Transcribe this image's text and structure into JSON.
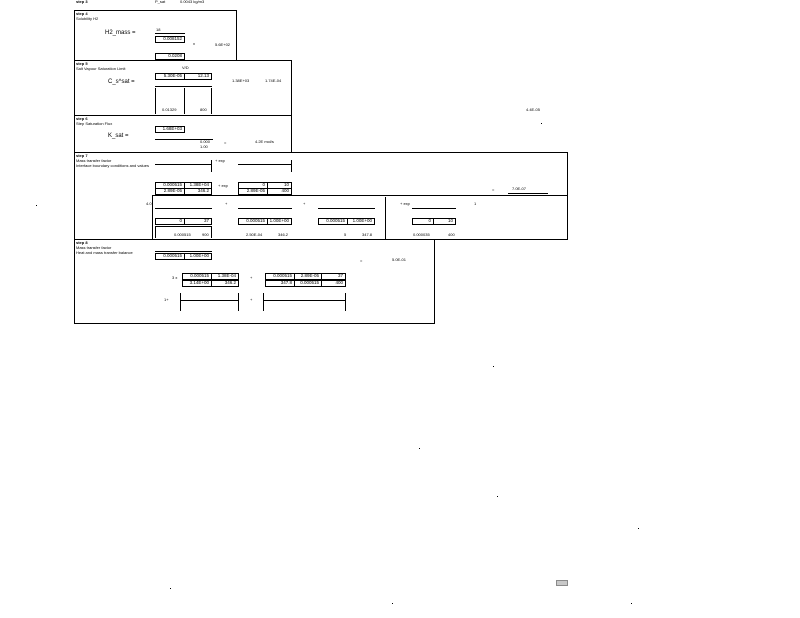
{
  "header": {
    "step": "step 3",
    "lhs": "P_sat",
    "rhs": "0.0043 kg/m3"
  },
  "s4": {
    "step": "step 4",
    "desc": "Solubility H2",
    "sym": "H2_mass =",
    "num_label": "18",
    "val1": "0.008152",
    "val2": "5.6E+02",
    "val3": "0.0208"
  },
  "s5": {
    "step": "step 5",
    "desc": "Salt Vapour Saturation Limit",
    "sym": "C_s^sat =",
    "top_label": "V/D",
    "val1": "5.30E-05",
    "val2": "12.13",
    "mid": "1.38E+03",
    "res": "1.74E-04",
    "bot1": "0.01329",
    "bot2": "800",
    "far": "4.4E-05"
  },
  "s6": {
    "step": "step 6",
    "desc": "Step Saturation Flux",
    "sym": "K_sat =",
    "val1": "1.68E+03",
    "val2": "0.000",
    "val3": "1.00",
    "res": "4.2E mol/s"
  },
  "s7": {
    "step": "step 7",
    "desc1": "Mass transfer factor",
    "desc2": "Interface boundary conditions and values",
    "r1a": "0.000515",
    "r1b": "1.38E+04",
    "r2a": "2.89E-05",
    "r2b": "346.2",
    "m1": "0",
    "m2": "10",
    "m3": "2.89E-05",
    "m4": "400",
    "res": "7.0E-07",
    "row2": [
      "0",
      "37",
      "0.000515",
      "1.00E+00",
      "0.000515",
      "1.00E+00",
      "0",
      "10"
    ],
    "row3": [
      "0.000515",
      "900",
      "2.50E-04",
      "346.2",
      "5",
      "347.8",
      "0.000035",
      "400"
    ],
    "xval": "4.0"
  },
  "s8": {
    "step": "step 8",
    "desc1": "Mass transfer factor",
    "desc2": "Heat and mass transfer balance",
    "val1": "0.000515",
    "val2": "1.00E+00",
    "res": "5.0E-01",
    "b1a": "0.000515",
    "b1b": "1.38E-04",
    "b1c": "0.000515",
    "b1d": "2.89E-05",
    "b1e": "37",
    "b2a": "3.14E+00",
    "b2b": "346.2",
    "b2c": "347.8",
    "b2d": "0.000515",
    "b2e": "400",
    "mult": "3 x"
  },
  "footer": {
    "logo": "logo"
  }
}
